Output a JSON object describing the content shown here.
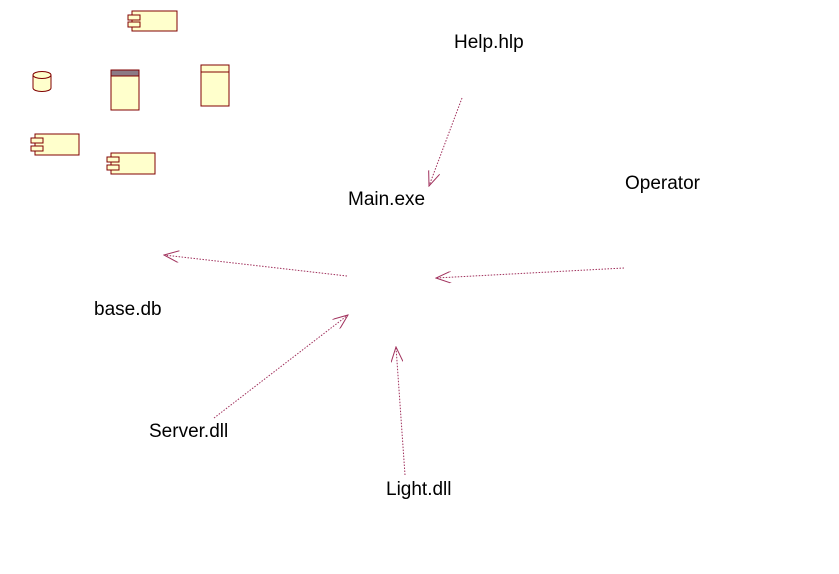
{
  "colors": {
    "background": "#ffffff",
    "arrow": "#a0305c",
    "icon_fill": "#ffffcc",
    "icon_stroke": "#800000",
    "icon_header": "#8c7a86",
    "text": "#000000"
  },
  "nodes": {
    "help": {
      "label": "Help.hlp"
    },
    "main": {
      "label": "Main.exe"
    },
    "operator": {
      "label": "Operator"
    },
    "base": {
      "label": "base.db"
    },
    "server": {
      "label": "Server.dll"
    },
    "light": {
      "label": "Light.dll"
    }
  },
  "edges": [
    {
      "from": "Help.hlp",
      "to": "Main.exe"
    },
    {
      "from": "Main.exe",
      "to": "base.db"
    },
    {
      "from": "Operator",
      "to": "Main.exe"
    },
    {
      "from": "Server.dll",
      "to": "Main.exe"
    },
    {
      "from": "Light.dll",
      "to": "Main.exe"
    }
  ],
  "icons": [
    {
      "name": "component-icon"
    },
    {
      "name": "database-icon"
    },
    {
      "name": "main-program-icon"
    },
    {
      "name": "package-body-icon"
    },
    {
      "name": "component-icon"
    },
    {
      "name": "component-icon"
    }
  ]
}
